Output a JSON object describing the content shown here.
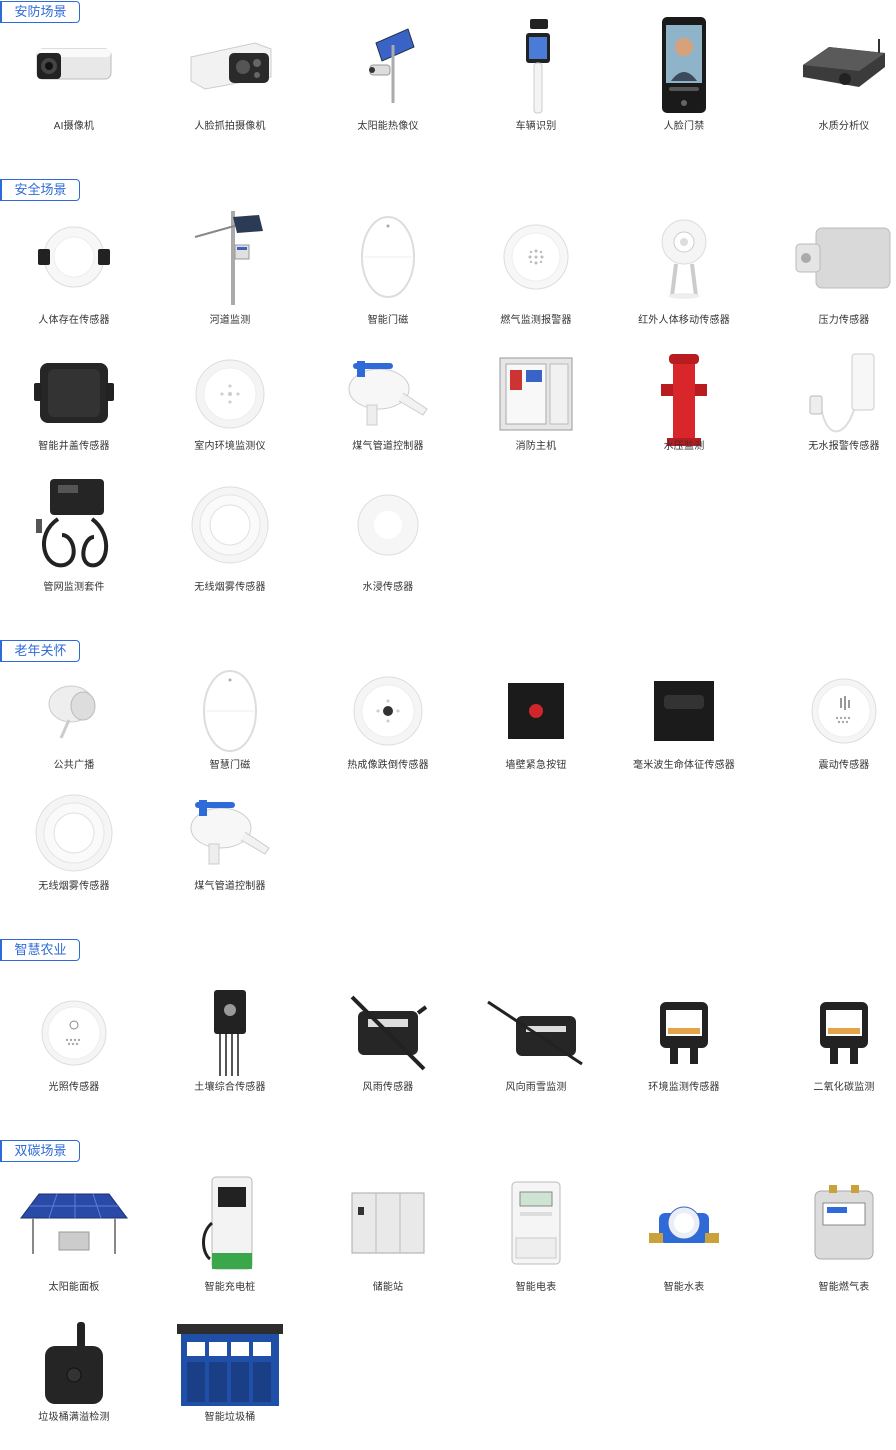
{
  "accent_color": "#2f6bd8",
  "sections": [
    {
      "title": "安防场景",
      "items": [
        {
          "label": "AI摄像机",
          "icon": "bullet-camera-icon"
        },
        {
          "label": "人脸抓拍摄像机",
          "icon": "face-capture-camera-icon"
        },
        {
          "label": "太阳能热像仪",
          "icon": "solar-thermal-imager-icon"
        },
        {
          "label": "车辆识别",
          "icon": "vehicle-recognition-icon"
        },
        {
          "label": "人脸门禁",
          "icon": "face-access-control-icon"
        },
        {
          "label": "水质分析仪",
          "icon": "water-quality-analyzer-icon"
        }
      ]
    },
    {
      "title": "安全场景",
      "items": [
        {
          "label": "人体存在传感器",
          "icon": "presence-sensor-icon"
        },
        {
          "label": "河道监测",
          "icon": "river-monitor-icon"
        },
        {
          "label": "智能门磁",
          "icon": "door-magnet-icon"
        },
        {
          "label": "燃气监测报警器",
          "icon": "gas-alarm-icon"
        },
        {
          "label": "红外人体移动传感器",
          "icon": "pir-motion-sensor-icon"
        },
        {
          "label": "压力传感器",
          "icon": "pressure-sensor-icon"
        },
        {
          "label": "智能井盖传感器",
          "icon": "manhole-sensor-icon"
        },
        {
          "label": "室内环境监测仪",
          "icon": "indoor-env-monitor-icon"
        },
        {
          "label": "煤气管道控制器",
          "icon": "gas-pipe-controller-icon"
        },
        {
          "label": "消防主机",
          "icon": "fire-control-panel-icon"
        },
        {
          "label": "水压监测",
          "icon": "hydrant-pressure-icon"
        },
        {
          "label": "无水报警传感器",
          "icon": "water-shortage-sensor-icon"
        },
        {
          "label": "管网监测套件",
          "icon": "pipe-network-kit-icon"
        },
        {
          "label": "无线烟雾传感器",
          "icon": "smoke-sensor-icon"
        },
        {
          "label": "水浸传感器",
          "icon": "water-leak-sensor-icon"
        }
      ]
    },
    {
      "title": "老年关怀",
      "items": [
        {
          "label": "公共广播",
          "icon": "speaker-icon"
        },
        {
          "label": "智慧门磁",
          "icon": "door-magnet-icon"
        },
        {
          "label": "热成像跌倒传感器",
          "icon": "fall-detect-sensor-icon"
        },
        {
          "label": "墙壁紧急按钮",
          "icon": "emergency-button-icon"
        },
        {
          "label": "毫米波生命体征传感器",
          "icon": "mmwave-vital-sensor-icon"
        },
        {
          "label": "震动传感器",
          "icon": "vibration-sensor-icon"
        },
        {
          "label": "无线烟雾传感器",
          "icon": "smoke-sensor-icon"
        },
        {
          "label": "煤气管道控制器",
          "icon": "gas-pipe-controller-icon"
        }
      ]
    },
    {
      "title": "智慧农业",
      "items": [
        {
          "label": "光照传感器",
          "icon": "light-sensor-icon"
        },
        {
          "label": "土壤综合传感器",
          "icon": "soil-sensor-icon"
        },
        {
          "label": "风雨传感器",
          "icon": "wind-rain-sensor-icon"
        },
        {
          "label": "风向雨雪监测",
          "icon": "wind-direction-icon"
        },
        {
          "label": "环境监测传感器",
          "icon": "env-sensor-icon"
        },
        {
          "label": "二氧化碳监测",
          "icon": "co2-sensor-icon"
        }
      ]
    },
    {
      "title": "双碳场景",
      "items": [
        {
          "label": "太阳能面板",
          "icon": "solar-panel-icon"
        },
        {
          "label": "智能充电桩",
          "icon": "ev-charger-icon"
        },
        {
          "label": "储能站",
          "icon": "energy-storage-icon"
        },
        {
          "label": "智能电表",
          "icon": "electric-meter-icon"
        },
        {
          "label": "智能水表",
          "icon": "water-meter-icon"
        },
        {
          "label": "智能燃气表",
          "icon": "gas-meter-icon"
        },
        {
          "label": "垃圾桶满溢检测",
          "icon": "bin-overflow-sensor-icon"
        },
        {
          "label": "智能垃圾桶",
          "icon": "smart-bin-icon"
        }
      ]
    }
  ]
}
